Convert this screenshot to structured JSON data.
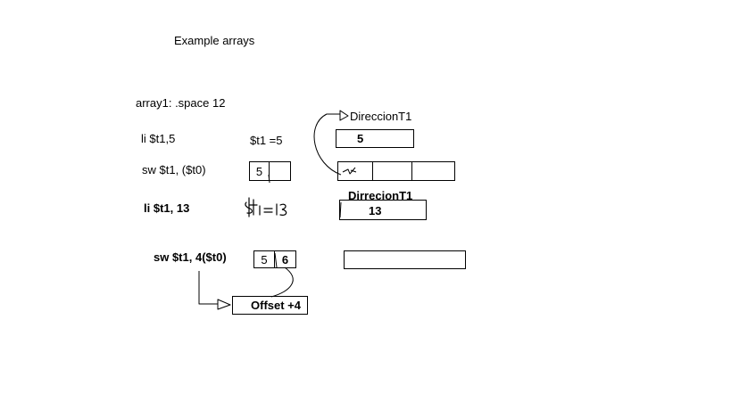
{
  "title": "Example arrays",
  "declaration": "array1:  .space 12",
  "instructions": {
    "li1": "li $t1,5",
    "sw1": "sw $t1, ($t0)",
    "li2": "li $t1, 13",
    "sw2": "sw $t1, 4($t0)"
  },
  "notes": {
    "t1_eq_5": "$t1 =5",
    "t1_eq_13_handwritten": "$t1 = 13",
    "direccion_t1": "DireccionT1",
    "dirrecion_t1": "DirrecionT1",
    "offset": "Offset +4"
  },
  "values": {
    "reg_box_top": "5",
    "mem_cell_1": "5",
    "reg_box_13": "13",
    "mem2_cell_1": "5",
    "mem2_cell_2": "6"
  }
}
